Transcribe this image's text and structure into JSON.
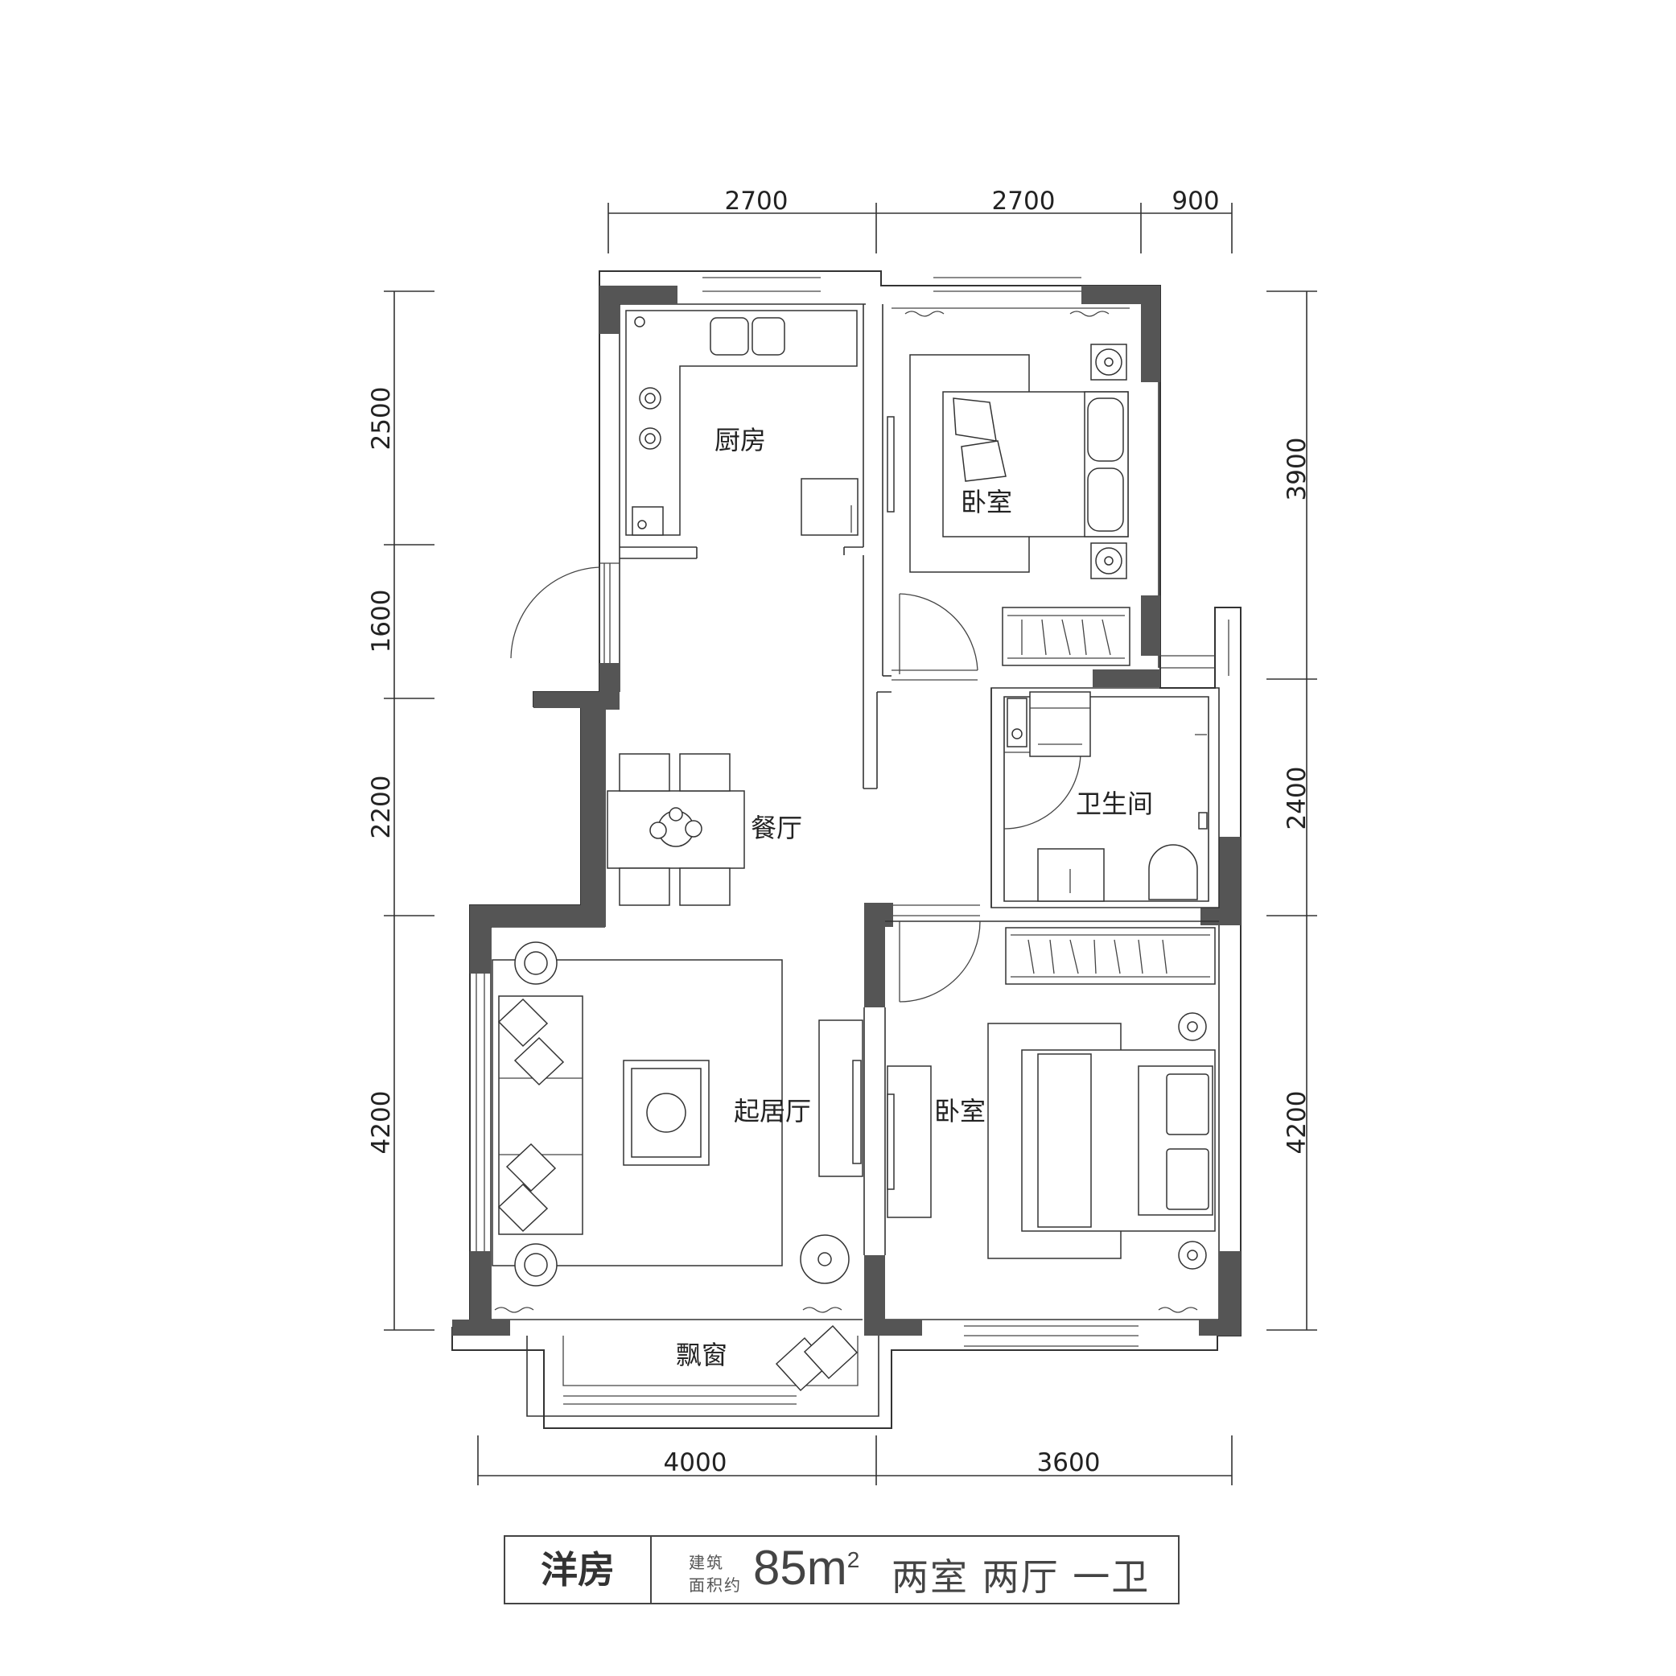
{
  "dimensions": {
    "top": [
      "2700",
      "2700",
      "900"
    ],
    "left": [
      "2500",
      "1600",
      "2200",
      "4200"
    ],
    "right": [
      "3900",
      "2400",
      "4200"
    ],
    "bottom": [
      "4000",
      "3600"
    ]
  },
  "rooms": {
    "kitchen": "厨房",
    "bedroom_top": "卧室",
    "bathroom": "卫生间",
    "dining": "餐厅",
    "living": "起居厅",
    "bedroom_bottom": "卧室",
    "bay_window": "飘窗"
  },
  "title_block": {
    "type": "洋房",
    "label_line1": "建筑",
    "label_line2": "面积约",
    "area_number": "85m",
    "area_superscript": "2",
    "layout": "两室 两厅 一卫"
  },
  "colors": {
    "wall": "#555555",
    "line": "#333333"
  }
}
